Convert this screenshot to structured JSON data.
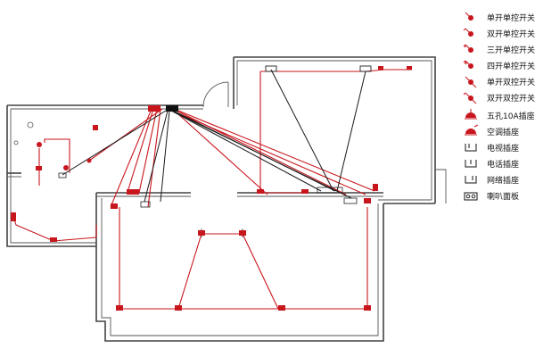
{
  "legend": {
    "items": [
      {
        "id": "single-gang-single-control",
        "label": "单开单控开关",
        "icon": "switch-1-icon"
      },
      {
        "id": "double-gang-single-control",
        "label": "双开单控开关",
        "icon": "switch-2-icon"
      },
      {
        "id": "triple-gang-single-control",
        "label": "三开单控开关",
        "icon": "switch-3-icon"
      },
      {
        "id": "quad-gang-single-control",
        "label": "四开单控开关",
        "icon": "switch-4-icon"
      },
      {
        "id": "single-gang-dual-control",
        "label": "单开双控开关",
        "icon": "switch-dual-1-icon"
      },
      {
        "id": "double-gang-dual-control",
        "label": "双开双控开关",
        "icon": "switch-dual-2-icon"
      },
      {
        "id": "five-hole-socket",
        "label": "五孔10A插座",
        "icon": "socket-icon"
      },
      {
        "id": "ac-socket",
        "label": "空调插座",
        "icon": "ac-socket-icon"
      },
      {
        "id": "tv-socket",
        "label": "电视插座",
        "icon": "tv-socket-icon"
      },
      {
        "id": "phone-socket",
        "label": "电话插座",
        "icon": "phone-socket-icon"
      },
      {
        "id": "network-socket",
        "label": "网络插座",
        "icon": "network-socket-icon"
      },
      {
        "id": "speaker-panel",
        "label": "喇叭面板",
        "icon": "speaker-panel-icon"
      }
    ]
  },
  "colors": {
    "wire_red": "#c8161d",
    "wire_black": "#1a1a1a",
    "wall": "#444444"
  }
}
